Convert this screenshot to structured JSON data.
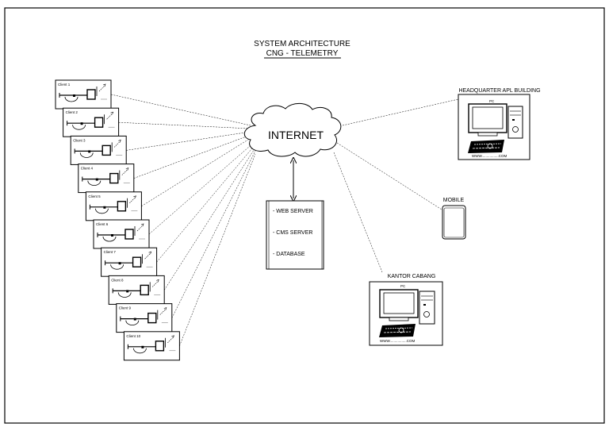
{
  "title": {
    "line1": "SYSTEM ARCHITECTURE",
    "line2": "CNG - TELEMETRY"
  },
  "internet": {
    "label": "INTERNET"
  },
  "server_box": {
    "items": [
      "- WEB SERVER",
      "- CMS SERVER",
      "- DATABASE"
    ]
  },
  "clients": [
    {
      "label": "Client 1"
    },
    {
      "label": "Client 2"
    },
    {
      "label": "Client 3"
    },
    {
      "label": "Client 4"
    },
    {
      "label": "Client 5"
    },
    {
      "label": "Client 6"
    },
    {
      "label": "Client 7"
    },
    {
      "label": "Client 8"
    },
    {
      "label": "Client 9"
    },
    {
      "label": "Client 10"
    }
  ],
  "headquarter": {
    "title": "HEADQUARTER APL BUILDING",
    "pc_label": "PC",
    "url": "WWW.................COM"
  },
  "mobile": {
    "label": "MOBILE"
  },
  "branch": {
    "title": "KANTOR CABANG",
    "pc_label": "PC",
    "url": "WWW.................COM"
  }
}
